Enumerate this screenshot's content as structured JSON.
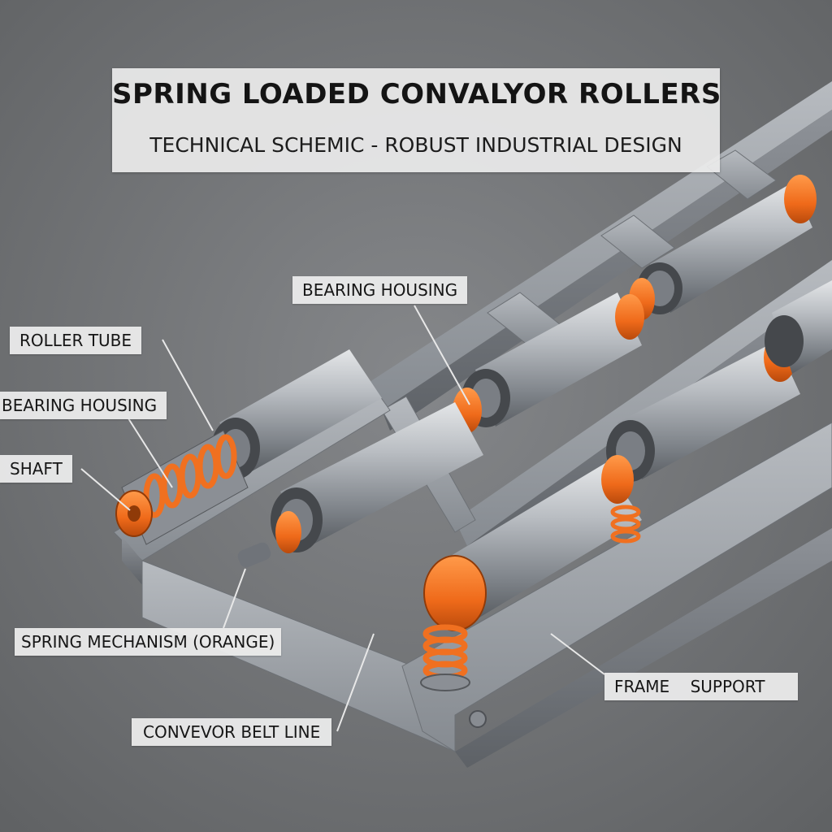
{
  "header": {
    "title": "SPRING LOADED CONVALYOR ROLLERS",
    "subtitle": "TECHNICAL SCHEMIC - ROBUST INDUSTRIAL DESIGN"
  },
  "callouts": {
    "roller_tube": "ROLLER TUBE",
    "bearing_housing_left": "BEARING HOUSING",
    "shaft": "SHAFT",
    "bearing_housing_top": "BEARING HOUSING",
    "spring_mechanism": "SPRING MECHANISM (ORANGE)",
    "conveyor_belt_line": "CONVEVOR BELT LINE",
    "frame_support": "FRAME    SUPPORT"
  },
  "colors": {
    "floor": "#77787a",
    "frame_steel": "#9ea2a8",
    "roller_steel": "#b4b8bd",
    "spring_orange": "#f07020",
    "label_bg": "#ececec"
  }
}
